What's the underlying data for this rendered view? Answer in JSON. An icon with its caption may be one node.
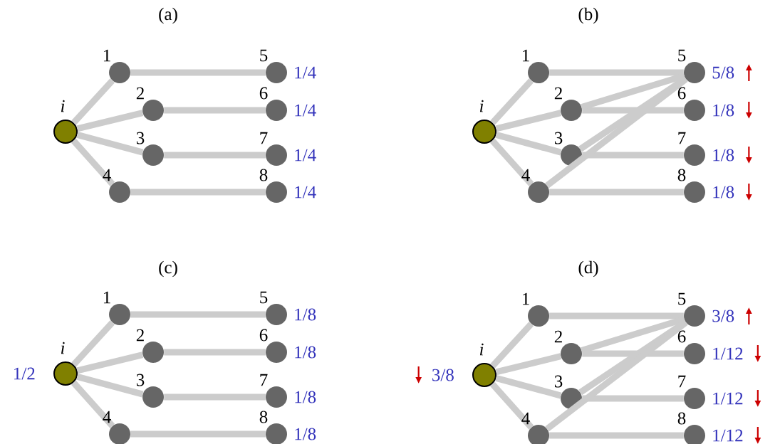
{
  "diagram": {
    "nodes": [
      {
        "text": [],
        "shape": "circle",
        "beside": [
          "i"
        ]
      },
      {
        "text": [],
        "shape": "circle",
        "beside": [
          "1"
        ]
      },
      {
        "text": [],
        "shape": "circle",
        "beside": [
          "2"
        ]
      },
      {
        "text": [],
        "shape": "circle",
        "beside": [
          "3"
        ]
      },
      {
        "text": [],
        "shape": "circle",
        "beside": [
          "4"
        ]
      },
      {
        "text": [],
        "shape": "circle",
        "beside": [
          "5",
          "1/4"
        ]
      },
      {
        "text": [],
        "shape": "circle",
        "beside": [
          "6",
          "1/4"
        ]
      },
      {
        "text": [],
        "shape": "circle",
        "beside": [
          "7",
          "1/4"
        ]
      },
      {
        "text": [],
        "shape": "circle",
        "beside": [
          "8",
          "1/4"
        ]
      },
      {
        "text": [],
        "shape": "circle",
        "beside": [
          "i"
        ]
      },
      {
        "text": [],
        "shape": "circle",
        "beside": [
          "1"
        ]
      },
      {
        "text": [],
        "shape": "circle",
        "beside": [
          "2"
        ]
      },
      {
        "text": [],
        "shape": "circle",
        "beside": [
          "3"
        ]
      },
      {
        "text": [],
        "shape": "circle",
        "beside": [
          "4"
        ]
      },
      {
        "text": [],
        "shape": "circle",
        "beside": [
          "5",
          "5/8"
        ]
      },
      {
        "text": [],
        "shape": "circle",
        "beside": [
          "6",
          "1/8"
        ]
      },
      {
        "text": [],
        "shape": "circle",
        "beside": [
          "7",
          "1/8"
        ]
      },
      {
        "text": [],
        "shape": "circle",
        "beside": [
          "8",
          "1/8"
        ]
      },
      {
        "text": [],
        "shape": "circle",
        "beside": [
          "i",
          "1/2"
        ]
      },
      {
        "text": [],
        "shape": "circle",
        "beside": [
          "1"
        ]
      },
      {
        "text": [],
        "shape": "circle",
        "beside": [
          "2"
        ]
      },
      {
        "text": [],
        "shape": "circle",
        "beside": [
          "3"
        ]
      },
      {
        "text": [],
        "shape": "circle",
        "beside": [
          "4"
        ]
      },
      {
        "text": [],
        "shape": "circle",
        "beside": [
          "5",
          "1/8"
        ]
      },
      {
        "text": [],
        "shape": "circle",
        "beside": [
          "6",
          "1/8"
        ]
      },
      {
        "text": [],
        "shape": "circle",
        "beside": [
          "7",
          "1/8"
        ]
      },
      {
        "text": [],
        "shape": "circle",
        "beside": [
          "8",
          "1/8"
        ]
      },
      {
        "text": [],
        "shape": "circle",
        "beside": [
          "i",
          "3/8"
        ]
      },
      {
        "text": [],
        "shape": "circle",
        "beside": [
          "1"
        ]
      },
      {
        "text": [],
        "shape": "circle",
        "beside": [
          "2"
        ]
      },
      {
        "text": [],
        "shape": "circle",
        "beside": [
          "3"
        ]
      },
      {
        "text": [],
        "shape": "circle",
        "beside": [
          "4"
        ]
      },
      {
        "text": [],
        "shape": "circle",
        "beside": [
          "5",
          "3/8"
        ]
      },
      {
        "text": [],
        "shape": "circle",
        "beside": [
          "6",
          "1/12"
        ]
      },
      {
        "text": [],
        "shape": "circle",
        "beside": [
          "7",
          "1/12"
        ]
      },
      {
        "text": [],
        "shape": "circle",
        "beside": [
          "8",
          "1/12"
        ]
      }
    ],
    "edges": [
      {
        "from": 0,
        "to": 1,
        "arrow": "none"
      },
      {
        "from": 0,
        "to": 2,
        "arrow": "none"
      },
      {
        "from": 0,
        "to": 3,
        "arrow": "none"
      },
      {
        "from": 0,
        "to": 4,
        "arrow": "none"
      },
      {
        "from": 1,
        "to": 5,
        "arrow": "none"
      },
      {
        "from": 2,
        "to": 6,
        "arrow": "none"
      },
      {
        "from": 3,
        "to": 7,
        "arrow": "none"
      },
      {
        "from": 4,
        "to": 8,
        "arrow": "none"
      },
      {
        "from": 9,
        "to": 10,
        "arrow": "none"
      },
      {
        "from": 9,
        "to": 11,
        "arrow": "none"
      },
      {
        "from": 9,
        "to": 12,
        "arrow": "none"
      },
      {
        "from": 9,
        "to": 13,
        "arrow": "none"
      },
      {
        "from": 10,
        "to": 14,
        "arrow": "none"
      },
      {
        "from": 11,
        "to": 15,
        "arrow": "none"
      },
      {
        "from": 12,
        "to": 16,
        "arrow": "none"
      },
      {
        "from": 13,
        "to": 17,
        "arrow": "none"
      },
      {
        "from": 11,
        "to": 14,
        "arrow": "none"
      },
      {
        "from": 12,
        "to": 14,
        "arrow": "none"
      },
      {
        "from": 13,
        "to": 14,
        "arrow": "none"
      },
      {
        "from": 18,
        "to": 19,
        "arrow": "none"
      },
      {
        "from": 18,
        "to": 20,
        "arrow": "none"
      },
      {
        "from": 18,
        "to": 21,
        "arrow": "none"
      },
      {
        "from": 18,
        "to": 22,
        "arrow": "none"
      },
      {
        "from": 19,
        "to": 23,
        "arrow": "none"
      },
      {
        "from": 20,
        "to": 24,
        "arrow": "none"
      },
      {
        "from": 21,
        "to": 25,
        "arrow": "none"
      },
      {
        "from": 22,
        "to": 26,
        "arrow": "none"
      },
      {
        "from": 27,
        "to": 28,
        "arrow": "none"
      },
      {
        "from": 27,
        "to": 29,
        "arrow": "none"
      },
      {
        "from": 27,
        "to": 30,
        "arrow": "none"
      },
      {
        "from": 27,
        "to": 31,
        "arrow": "none"
      },
      {
        "from": 28,
        "to": 32,
        "arrow": "none"
      },
      {
        "from": 29,
        "to": 33,
        "arrow": "none"
      },
      {
        "from": 30,
        "to": 34,
        "arrow": "none"
      },
      {
        "from": 31,
        "to": 35,
        "arrow": "none"
      },
      {
        "from": 29,
        "to": 32,
        "arrow": "none"
      },
      {
        "from": 30,
        "to": 32,
        "arrow": "none"
      },
      {
        "from": 31,
        "to": 32,
        "arrow": "none"
      }
    ],
    "labels": [
      "(a)",
      "(b)",
      "(c)",
      "(d)"
    ]
  }
}
